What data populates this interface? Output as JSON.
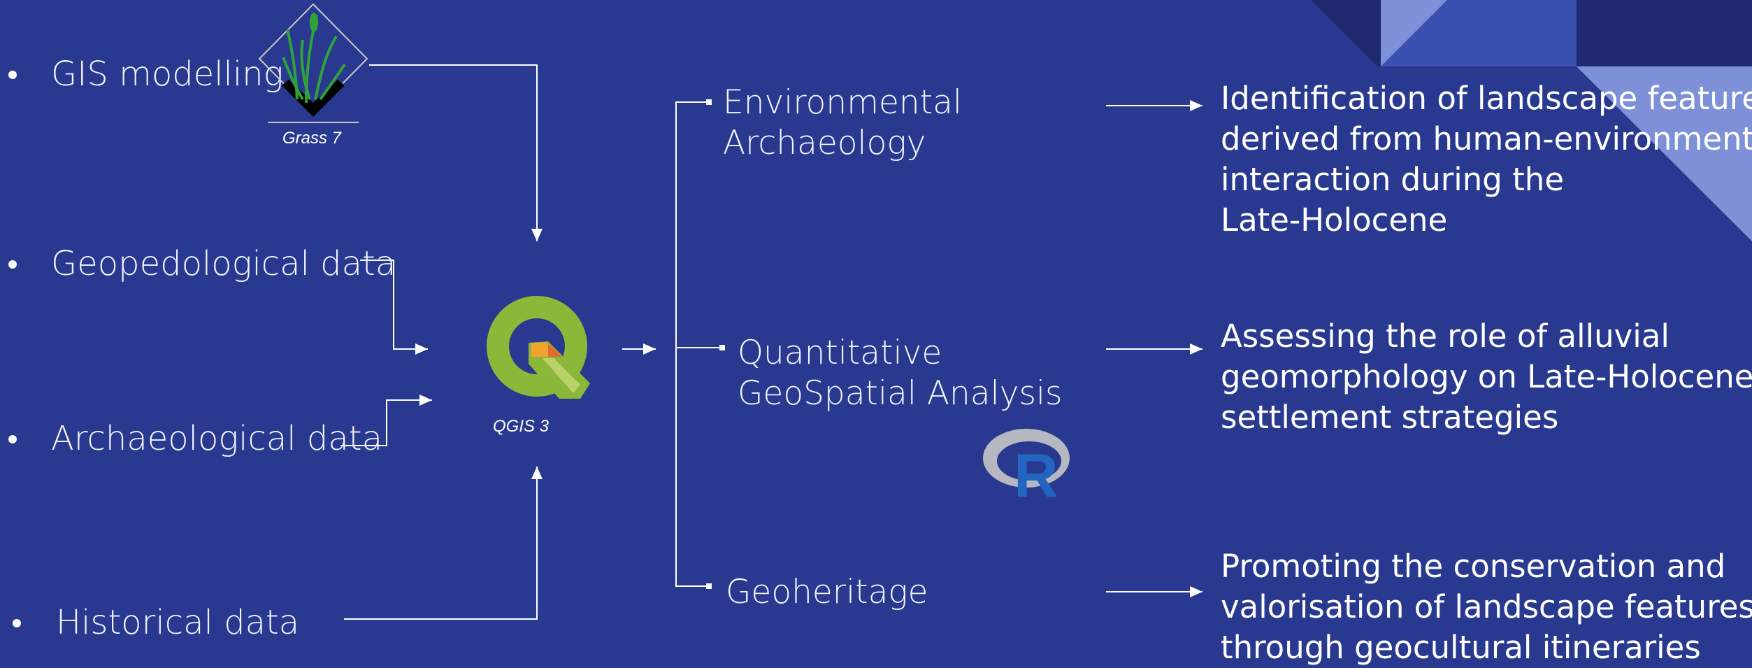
{
  "inputs": [
    {
      "label": "GIS modelling"
    },
    {
      "label": "Geopedological data"
    },
    {
      "label": "Archaeological data"
    },
    {
      "label": "Historical data"
    }
  ],
  "logos": {
    "grass": {
      "caption": "Grass 7",
      "icon": "grass-logo-icon"
    },
    "qgis": {
      "caption": "QGIS 3",
      "icon": "qgis-logo-icon"
    },
    "r": {
      "icon": "r-logo-icon"
    }
  },
  "branches": [
    {
      "line1": "Environmental",
      "line2": "Archaeology"
    },
    {
      "line1": "Quantitative",
      "line2": "GeoSpatial Analysis"
    },
    {
      "line1": "Geoheritage",
      "line2": ""
    }
  ],
  "outcomes": [
    {
      "lines": [
        "Identification of landscape features",
        "derived  from human-environment",
        "interaction during the",
        "Late-Holocene"
      ]
    },
    {
      "lines": [
        "Assessing the role of alluvial",
        "geomorphology on Late-Holocene",
        "settlement strategies"
      ]
    },
    {
      "lines": [
        "Promoting the conservation and",
        "valorisation of landscape features",
        "through geocultural itineraries"
      ]
    }
  ],
  "colors": {
    "background": "#2a3990",
    "corner_dark": "#1f2a70",
    "corner_mid": "#3b4fb0",
    "corner_light": "#7d90d8",
    "qgis_green": "#8cb83a",
    "qgis_orange": "#f0a32e",
    "r_blue": "#2366c2",
    "r_grey": "#b5b8c0"
  }
}
